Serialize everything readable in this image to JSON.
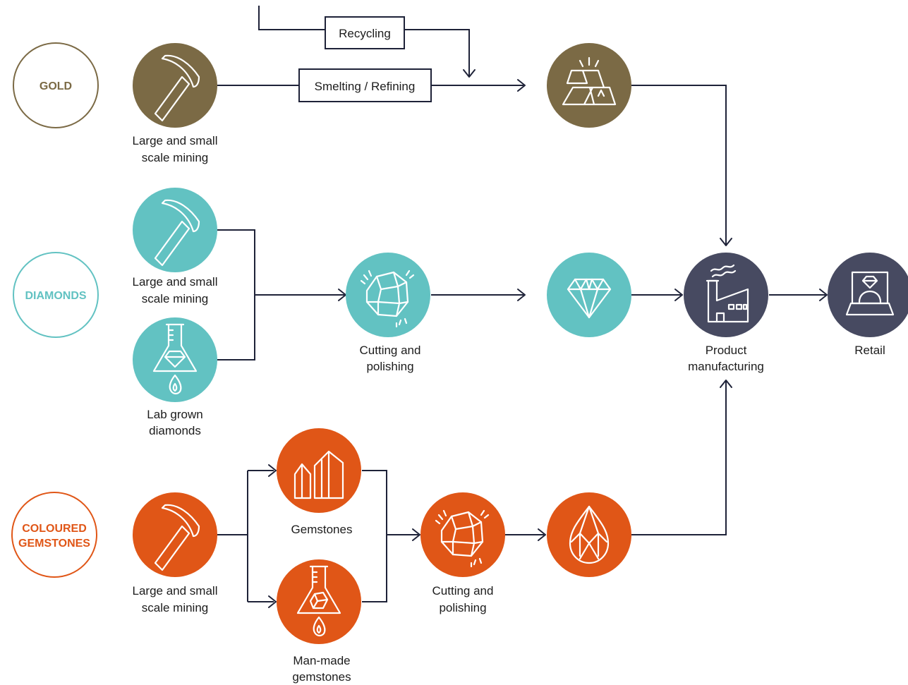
{
  "colors": {
    "gold": "#7b6a45",
    "diamonds": "#62c2c2",
    "gemstones": "#e05617",
    "downstream": "#474a61",
    "line": "#1e2238"
  },
  "categories": {
    "gold": "GOLD",
    "diamonds": "DIAMONDS",
    "gemstones_line1": "COLOURED",
    "gemstones_line2": "GEMSTONES"
  },
  "boxes": {
    "recycling": "Recycling",
    "smelting": "Smelting / Refining"
  },
  "labels": {
    "gold_mining_1": "Large and small",
    "gold_mining_2": "scale mining",
    "dia_mining_1": "Large and small",
    "dia_mining_2": "scale mining",
    "lab_1": "Lab grown",
    "lab_2": "diamonds",
    "dia_cut_1": "Cutting and",
    "dia_cut_2": "polishing",
    "gems": "Gemstones",
    "manmade_1": "Man-made",
    "manmade_2": "gemstones",
    "gem_mining_1": "Large and small",
    "gem_mining_2": "scale mining",
    "gem_cut_1": "Cutting and",
    "gem_cut_2": "polishing",
    "product_1": "Product",
    "product_2": "manufacturing",
    "retail": "Retail"
  },
  "icons": {
    "gold_mining": "pickaxe-icon",
    "gold_bars": "gold-bars-icon",
    "dia_mining": "pickaxe-icon",
    "lab_grown": "flask-diamond-icon",
    "dia_rough": "rough-stone-icon",
    "dia_cut": "cut-diamond-icon",
    "factory": "factory-icon",
    "retail": "ring-box-icon",
    "gem_mining": "pickaxe-icon",
    "gem_crystals": "crystals-icon",
    "manmade": "flask-stone-icon",
    "gem_rough": "rough-stone-icon",
    "gem_cut": "pear-gem-icon"
  }
}
